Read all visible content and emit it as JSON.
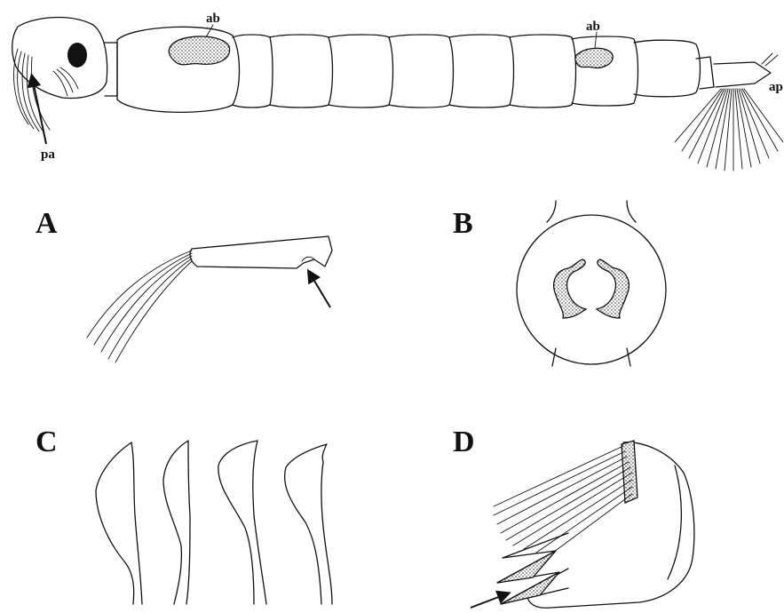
{
  "figure": {
    "larva_labels": {
      "pa": "pa",
      "ab_left": "ab",
      "ab_right": "ab",
      "ap": "ap"
    },
    "panels": [
      {
        "id": "A",
        "label": "A"
      },
      {
        "id": "B",
        "label": "B"
      },
      {
        "id": "C",
        "label": "C"
      },
      {
        "id": "D",
        "label": "D"
      }
    ]
  }
}
